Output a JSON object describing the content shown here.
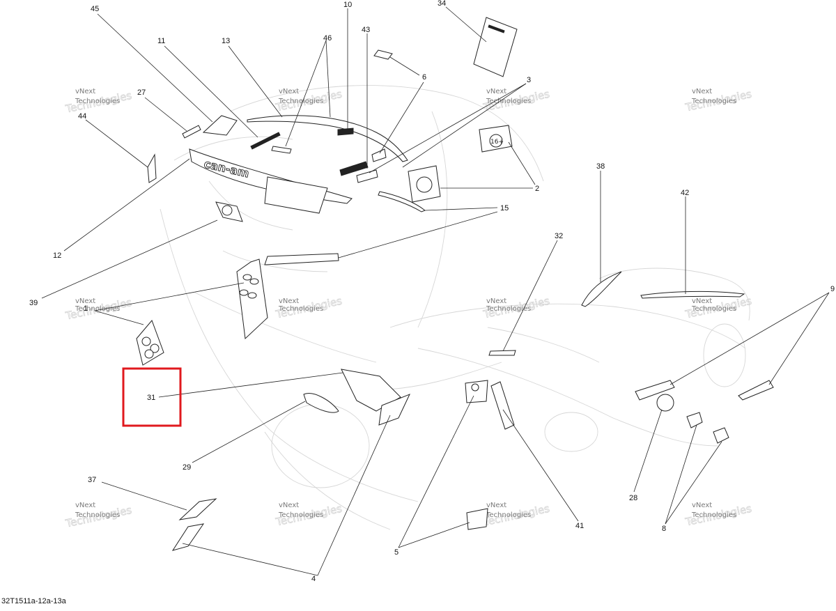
{
  "diagram_code": "32T1511a-12a-13a",
  "watermark": {
    "line1": "vNext",
    "line2": "Technologies",
    "big": "Technologies"
  },
  "callouts": [
    "45",
    "11",
    "13",
    "46",
    "10",
    "43",
    "34",
    "27",
    "44",
    "6",
    "3",
    "2",
    "38",
    "42",
    "15",
    "12",
    "32",
    "39",
    "1",
    "9",
    "31",
    "29",
    "37",
    "28",
    "8",
    "5",
    "4",
    "41"
  ],
  "decals": {
    "brand_label": "can-am",
    "warning_label": "16+"
  },
  "highlight_color": "#e0191e",
  "line_color": "#222222"
}
